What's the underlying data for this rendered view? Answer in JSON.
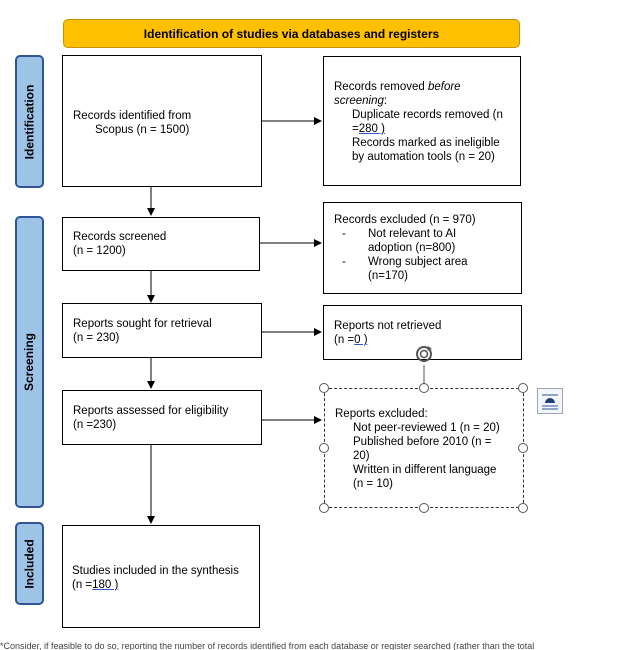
{
  "header": {
    "title": "Identification of studies via databases and registers"
  },
  "phases": {
    "identification": "Identification",
    "screening": "Screening",
    "included": "Included"
  },
  "boxes": {
    "identified": {
      "line1": "Records identified from",
      "line2": "Scopus (n = 1500)"
    },
    "removed": {
      "intro1": "Records removed ",
      "intro_italic": "before",
      "intro2_italic": "screening",
      "intro2_rest": ":",
      "item1_a": "Duplicate records removed (n",
      "item1_b": "=",
      "item1_c": "280 )",
      "item2_a": "Records marked as ineligible",
      "item2_b": "by automation tools (n = 20)"
    },
    "screened": {
      "line1": "Records screened",
      "line2": "(n = 1200)"
    },
    "excluded": {
      "title": "Records excluded (n = 970)",
      "dash": "-",
      "item1_a": "Not relevant to AI",
      "item1_b": "adoption (n=800)",
      "item2": "Wrong subject area",
      "item2_b": "(n=170)"
    },
    "sought": {
      "line1": "Reports sought for retrieval",
      "line2": "(n = 230)"
    },
    "not_retrieved": {
      "line1": "Reports not retrieved",
      "line2_a": "(n =",
      "line2_b": "0 )"
    },
    "assessed": {
      "line1": "Reports assessed for eligibility",
      "line2": "(n =230)"
    },
    "reports_excluded": {
      "title": "Reports excluded:",
      "item1": "Not peer-reviewed 1 (n = 20)",
      "item2_a": "Published before 2010 (n =",
      "item2_b": "20)",
      "item3_a": "Written in different language",
      "item3_b": "(n = 10)"
    },
    "included": {
      "line1": "Studies included in the synthesis",
      "line2_a": "(n =",
      "line2_b": "180 )"
    }
  },
  "footer": {
    "text": "*Consider, if feasible to do so, reporting the number of records identified from each database or register searched (rather than the total"
  },
  "colors": {
    "header": "#ffc000",
    "phase": "#9dc3e6",
    "phase_border": "#2f5597"
  }
}
